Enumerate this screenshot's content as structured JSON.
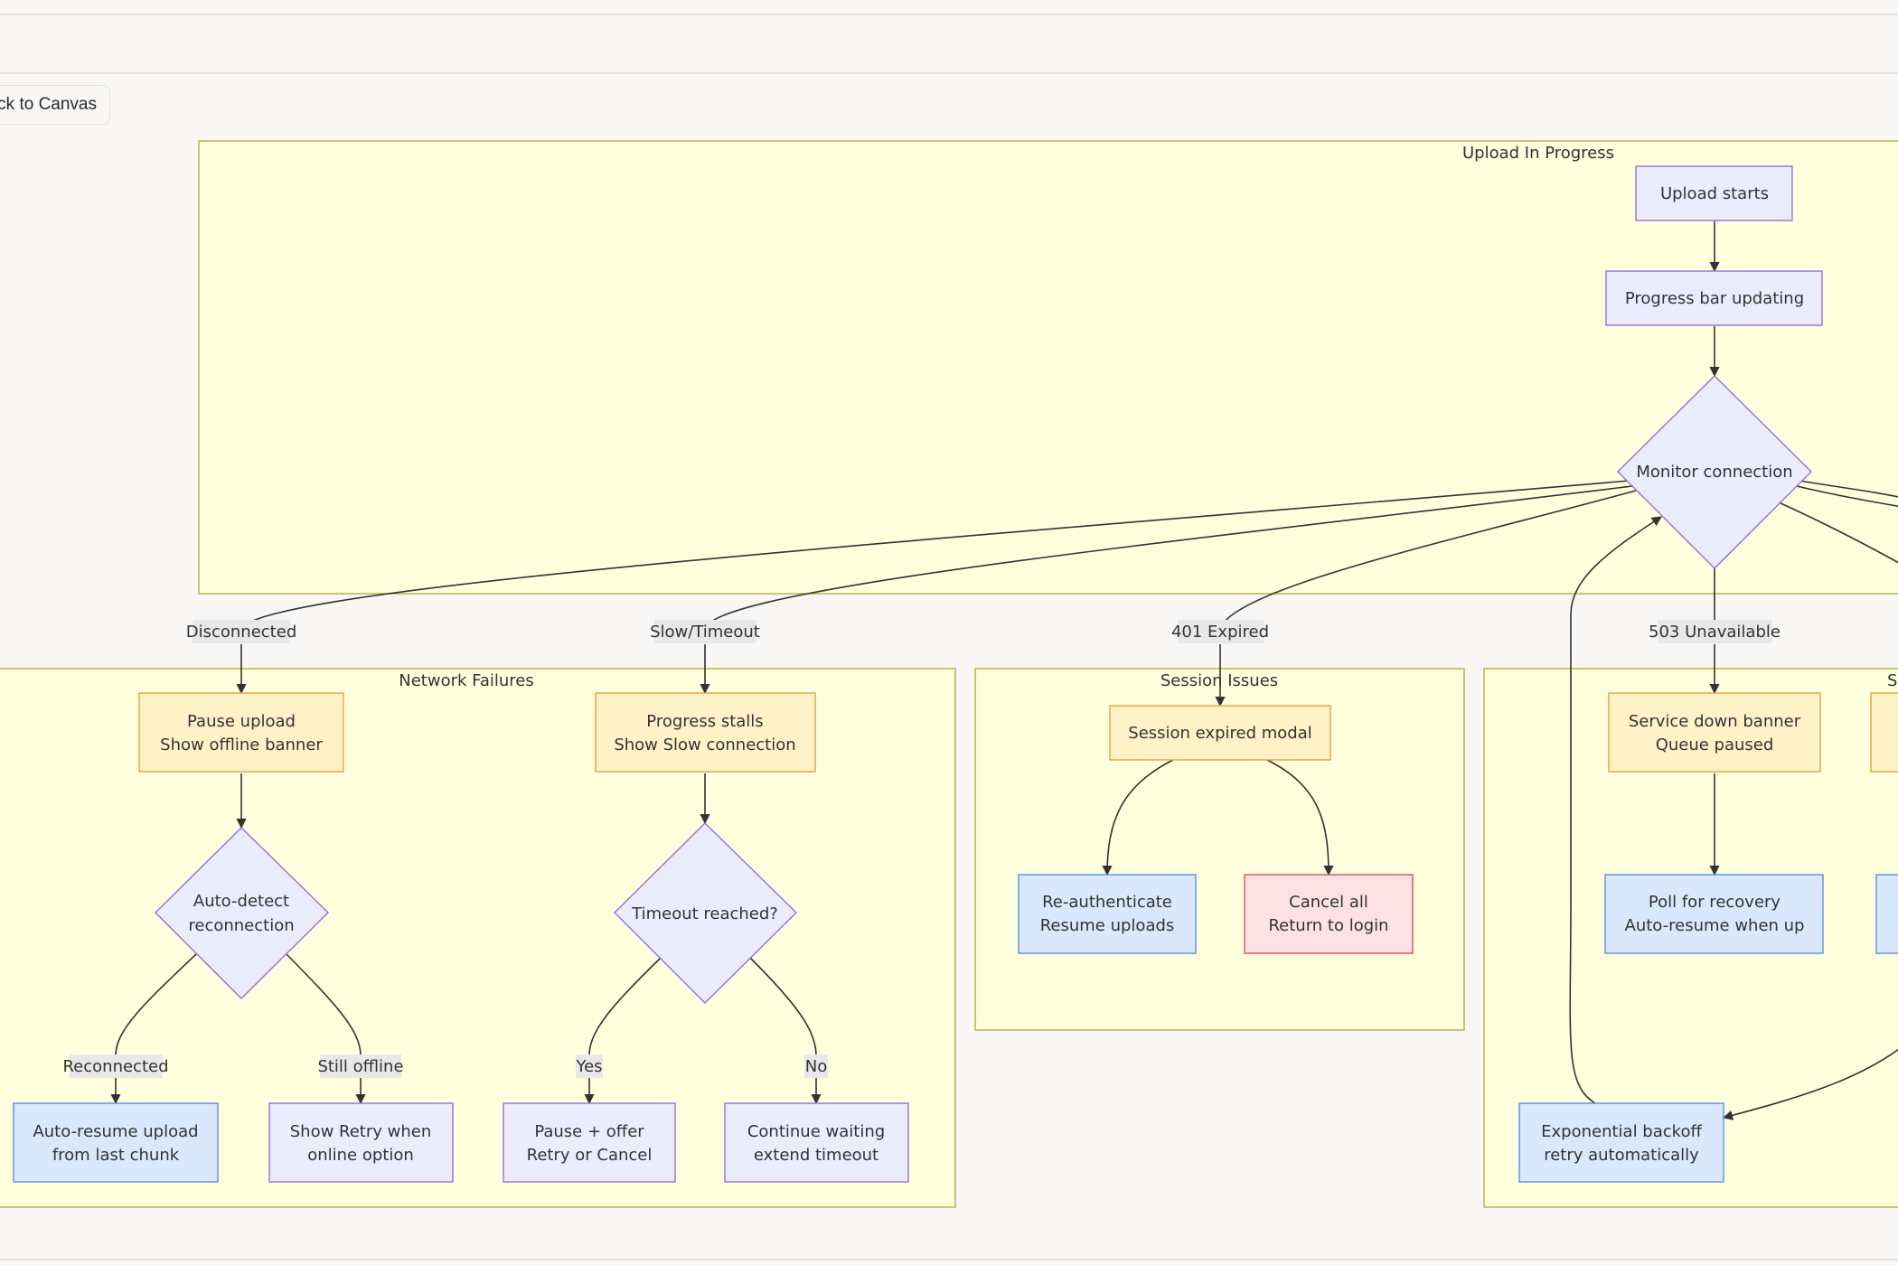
{
  "toolbar": {
    "back_label": "ck to Canvas"
  },
  "clusters": {
    "upload": "Upload In Progress",
    "network": "Network Failures",
    "session": "Session Issues",
    "service": "Se"
  },
  "nodes": {
    "upload_starts": [
      "Upload starts"
    ],
    "progress_bar": [
      "Progress bar updating"
    ],
    "monitor": [
      "Monitor connection"
    ],
    "pause_upload": [
      "Pause upload",
      "Show offline banner"
    ],
    "progress_stalls": [
      "Progress stalls",
      "Show Slow connection"
    ],
    "auto_detect": [
      "Auto-detect",
      "reconnection"
    ],
    "timeout": [
      "Timeout reached?"
    ],
    "auto_resume": [
      "Auto-resume upload",
      "from last chunk"
    ],
    "show_retry": [
      "Show Retry when",
      "online option"
    ],
    "pause_offer": [
      "Pause + offer",
      "Retry or Cancel"
    ],
    "continue_wait": [
      "Continue waiting",
      "extend timeout"
    ],
    "session_modal": [
      "Session expired modal"
    ],
    "reauth": [
      "Re-authenticate",
      "Resume uploads"
    ],
    "cancel_all": [
      "Cancel all",
      "Return to login"
    ],
    "service_down": [
      "Service down banner",
      "Queue paused"
    ],
    "poll": [
      "Poll for recovery",
      "Auto-resume when up"
    ],
    "backoff": [
      "Exponential backoff",
      "retry automatically"
    ]
  },
  "edge_labels": {
    "disconnected": "Disconnected",
    "slow": "Slow/Timeout",
    "expired": "401 Expired",
    "unavailable": "503 Unavailable",
    "reconnected": "Reconnected",
    "still_offline": "Still offline",
    "yes": "Yes",
    "no": "No"
  },
  "colors": {
    "cluster_fill": "#ffffde",
    "cluster_border": "#aaaa33",
    "default_node": "#ececff",
    "warning_node": "#fff2c7",
    "info_node": "#d9e8fc",
    "danger_node": "#fde1e4"
  }
}
